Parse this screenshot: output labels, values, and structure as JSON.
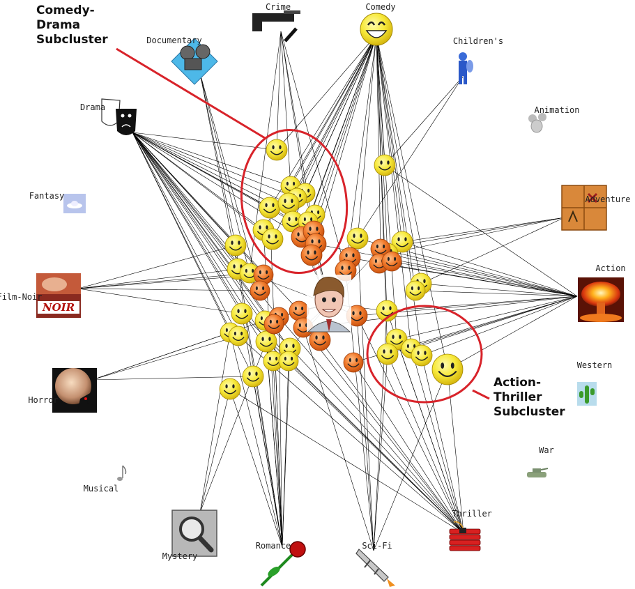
{
  "annotations": {
    "comedy_drama": [
      "Comedy-",
      "Drama",
      "Subcluster"
    ],
    "action_thriller": [
      "Action-",
      "Thriller",
      "Subcluster"
    ]
  },
  "genres": [
    {
      "key": "crime",
      "label": "Crime",
      "icon": "pistol-icon"
    },
    {
      "key": "comedy",
      "label": "Comedy",
      "icon": "smiley-face-icon"
    },
    {
      "key": "documentary",
      "label": "Documentary",
      "icon": "film-camera-icon"
    },
    {
      "key": "childrens",
      "label": "Children's",
      "icon": "child-figure-icon"
    },
    {
      "key": "drama",
      "label": "Drama",
      "icon": "theater-masks-icon"
    },
    {
      "key": "animation",
      "label": "Animation",
      "icon": "cartoon-mouse-icon"
    },
    {
      "key": "fantasy",
      "label": "Fantasy",
      "icon": "ufo-icon"
    },
    {
      "key": "adventure",
      "label": "Adventure",
      "icon": "treasure-map-icon"
    },
    {
      "key": "action",
      "label": "Action",
      "icon": "explosion-icon"
    },
    {
      "key": "film_noir",
      "label": "Film-Noir",
      "icon": "noir-poster-icon"
    },
    {
      "key": "western",
      "label": "Western",
      "icon": "cactus-icon"
    },
    {
      "key": "horror",
      "label": "Horror",
      "icon": "werewolf-icon"
    },
    {
      "key": "war",
      "label": "War",
      "icon": "tank-icon"
    },
    {
      "key": "musical",
      "label": "Musical",
      "icon": "music-note-icon"
    },
    {
      "key": "thriller",
      "label": "Thriller",
      "icon": "dynamite-icon"
    },
    {
      "key": "mystery",
      "label": "Mystery",
      "icon": "magnifying-glass-icon"
    },
    {
      "key": "romance",
      "label": "Romance",
      "icon": "rose-icon"
    },
    {
      "key": "scifi",
      "label": "Sci-Fi",
      "icon": "rocket-icon"
    }
  ],
  "center_user": {
    "icon": "user-portrait-icon"
  },
  "colors": {
    "yellow_node": "#f5e52a",
    "orange_node": "#f07a2a",
    "highlight": "#d8232a",
    "edge": "#000000"
  }
}
